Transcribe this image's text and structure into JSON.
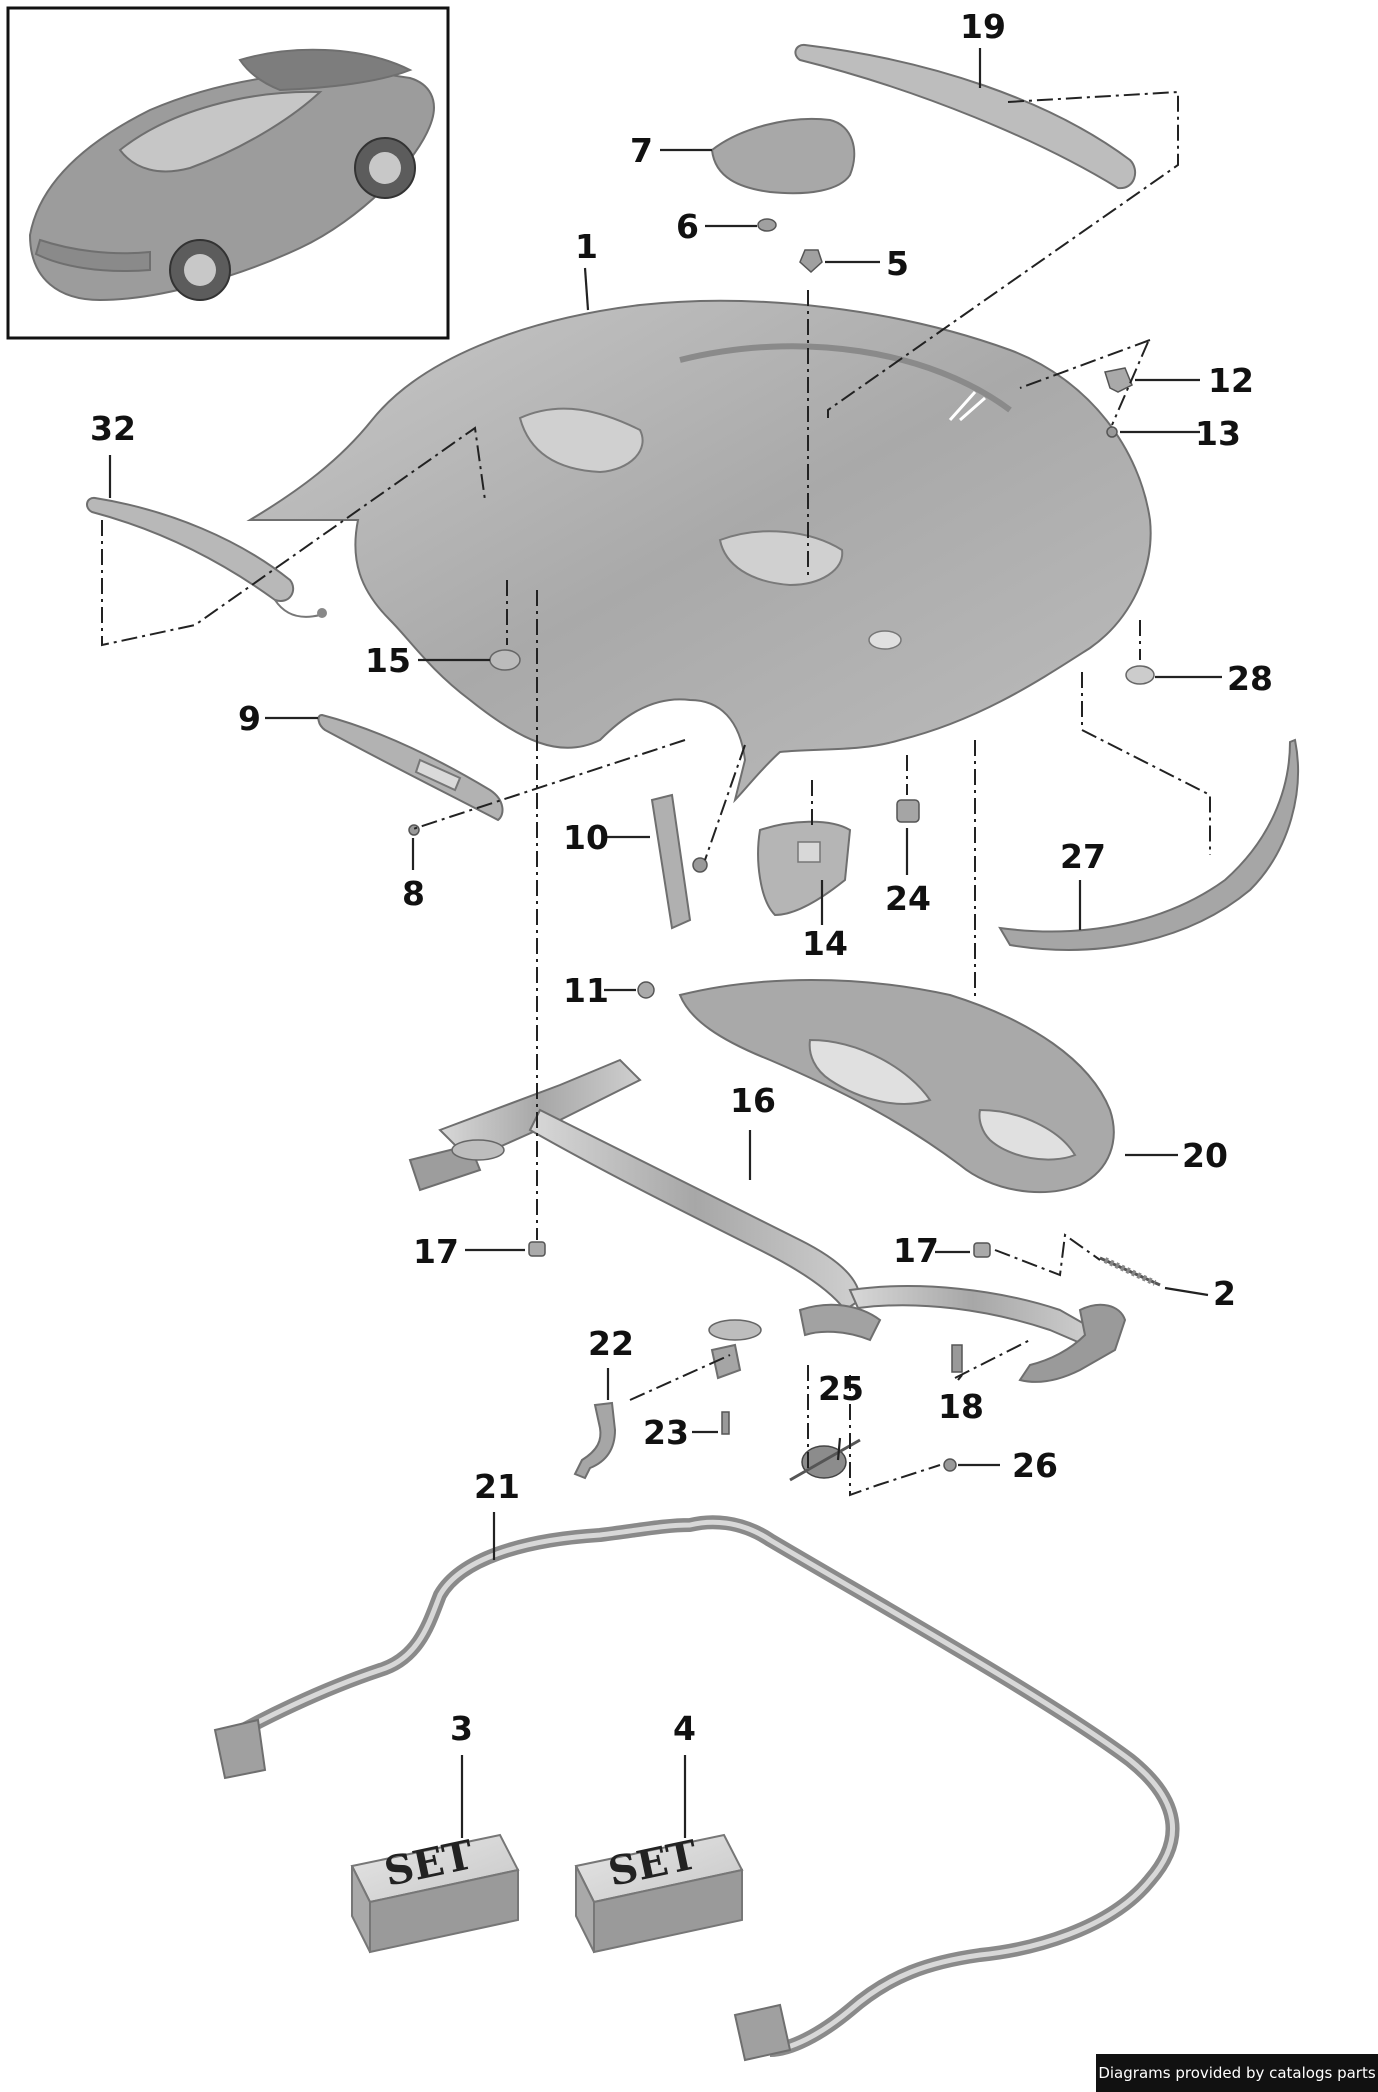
{
  "diagram": {
    "callouts": [
      "1",
      "2",
      "3",
      "4",
      "5",
      "6",
      "7",
      "8",
      "9",
      "10",
      "11",
      "12",
      "13",
      "14",
      "15",
      "16",
      "17",
      "17",
      "18",
      "19",
      "20",
      "21",
      "22",
      "23",
      "24",
      "25",
      "26",
      "27",
      "28",
      "32"
    ],
    "set_labels": [
      "SET",
      "SET"
    ]
  },
  "footer": {
    "credit": "Diagrams provided by catalogs parts"
  },
  "colors": {
    "part_fill": "#b4b4b4",
    "part_light": "#d0d0d0",
    "part_dark": "#8a8a8a",
    "credit_bg": "#111111"
  }
}
